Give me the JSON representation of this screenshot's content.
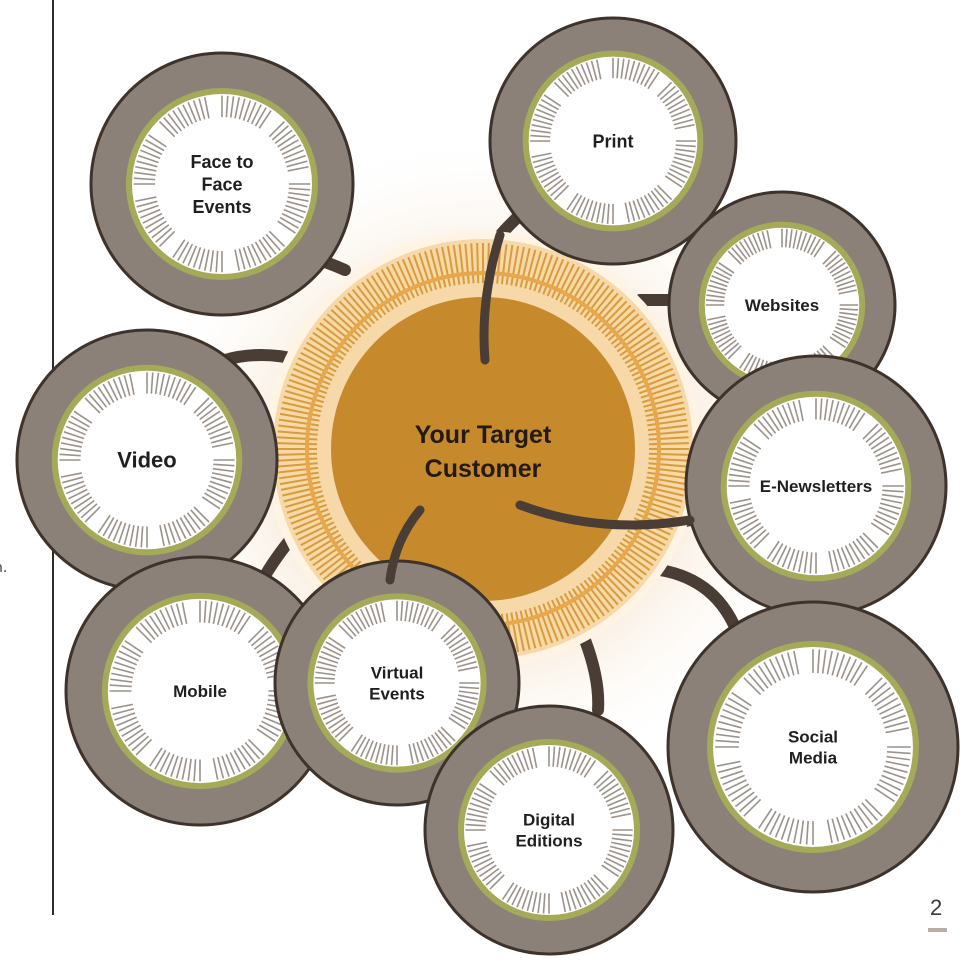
{
  "colors": {
    "outer_ring": "#8c8178",
    "outer_ring_edge": "#3d332c",
    "green_ring": "#a4aa58",
    "tick": "#9a928b",
    "connector": "#4a3d35",
    "center_fill": "#c68a2d",
    "center_ring": "#f7d8a8",
    "center_tick": "#d89c3a",
    "center_text": "#241a14",
    "node_text": "#1f1f1f",
    "glow": "#f2d7b2"
  },
  "center": {
    "label_line1": "Your Target",
    "label_line2": "Customer"
  },
  "nodes": [
    {
      "id": "print",
      "lines": [
        "Print"
      ]
    },
    {
      "id": "websites",
      "lines": [
        "Websites"
      ]
    },
    {
      "id": "face-to-face-events",
      "lines": [
        "Face to",
        "Face",
        "Events"
      ]
    },
    {
      "id": "video",
      "lines": [
        "Video"
      ]
    },
    {
      "id": "e-newsletters",
      "lines": [
        "E-Newsletters"
      ]
    },
    {
      "id": "mobile",
      "lines": [
        "Mobile"
      ]
    },
    {
      "id": "virtual-events",
      "lines": [
        "Virtual",
        "Events"
      ]
    },
    {
      "id": "social-media",
      "lines": [
        "Social",
        "Media"
      ]
    },
    {
      "id": "digital-editions",
      "lines": [
        "Digital",
        "Editions"
      ]
    }
  ],
  "page": {
    "number": "2",
    "edge_fragment": "n."
  }
}
